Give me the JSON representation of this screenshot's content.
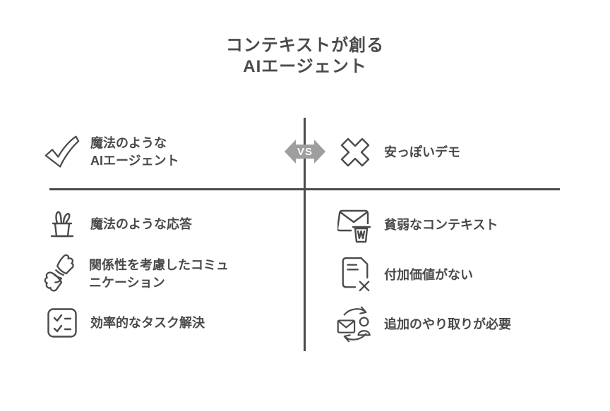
{
  "title": {
    "line1": "コンテキストが創る",
    "line2": "AIエージェント"
  },
  "comparison": {
    "vs_label": "VS",
    "left": {
      "icon": "check-icon",
      "title_line1": "魔法のような",
      "title_line2": "AIエージェント",
      "items": [
        {
          "icon": "magic-hat-icon",
          "label": "魔法のような応答"
        },
        {
          "icon": "handshake-icon",
          "label": "関係性を考慮したコミュニケーション"
        },
        {
          "icon": "checklist-icon",
          "label": "効率的なタスク解決"
        }
      ]
    },
    "right": {
      "icon": "x-icon",
      "title": "安っぽいデモ",
      "items": [
        {
          "icon": "mail-trash-icon",
          "label": "貧弱なコンテキスト"
        },
        {
          "icon": "document-x-icon",
          "label": "付加価値がない"
        },
        {
          "icon": "mail-person-sync-icon",
          "label": "追加のやり取りが必要"
        }
      ]
    }
  },
  "colors": {
    "text": "#4a4a4a",
    "line": "#4a4a4a",
    "badge": "#9e9e9e",
    "badge_text": "#ffffff",
    "background": "#ffffff"
  }
}
